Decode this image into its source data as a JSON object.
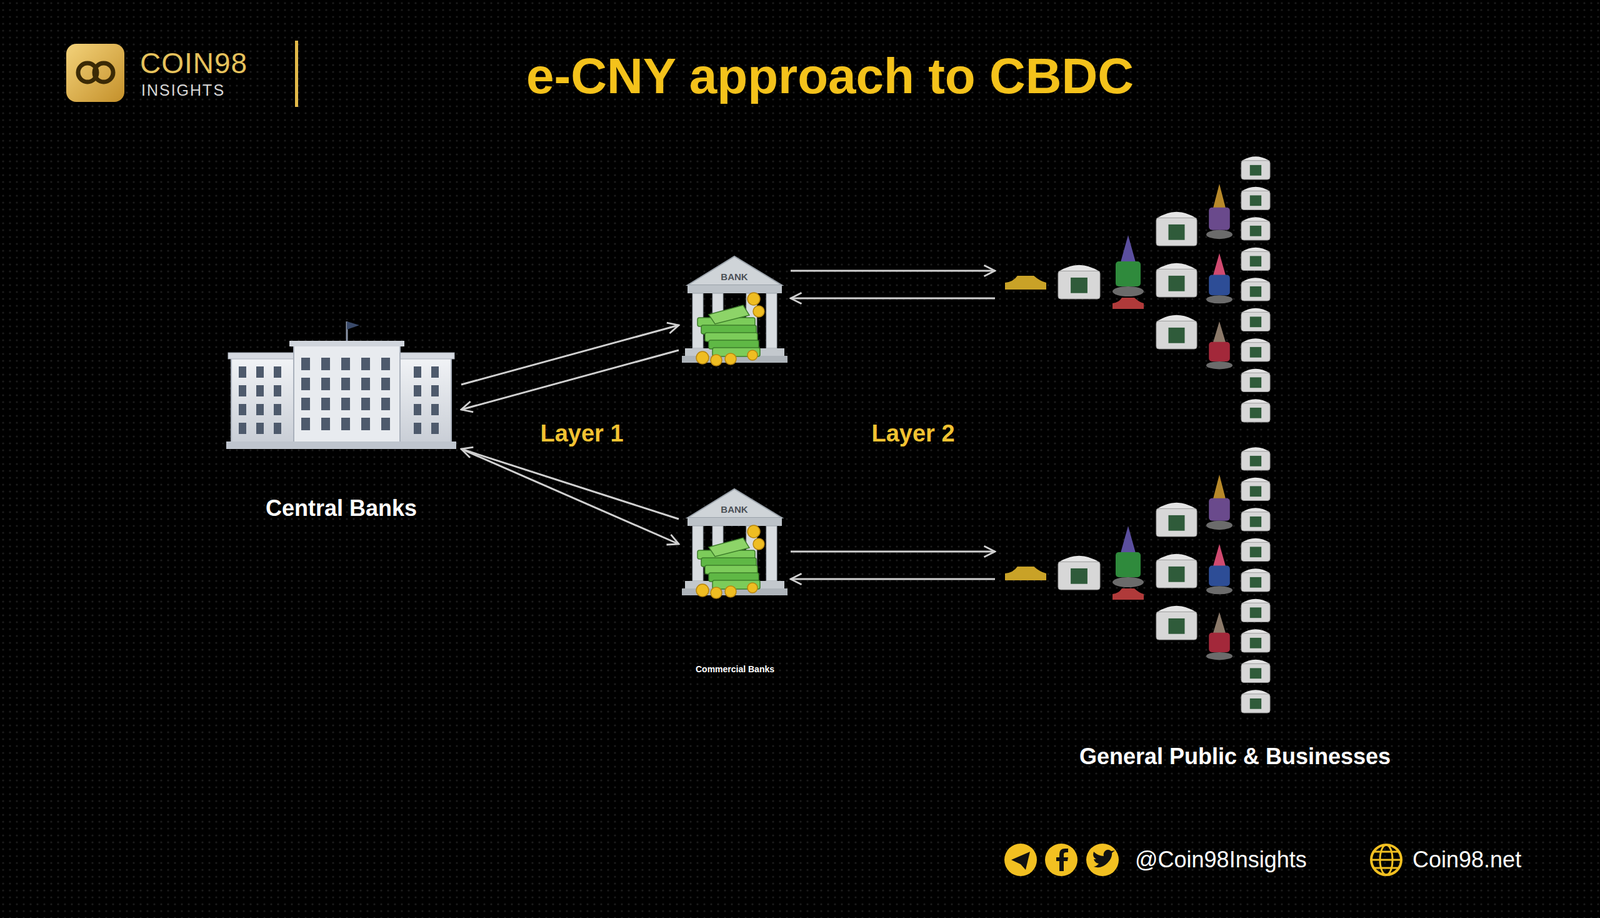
{
  "diagram": {
    "title": "e-CNY approach to CBDC",
    "nodes": [
      {
        "text": [
          "Central Banks"
        ]
      },
      {
        "text": [
          "BANK"
        ]
      },
      {
        "text": [
          "BANK",
          "Commercial Banks"
        ]
      },
      {
        "text": [
          "General Public & Businesses"
        ]
      }
    ],
    "edges": [
      {
        "from": 0,
        "to": 1,
        "arrow": "to"
      },
      {
        "from": 1,
        "to": 0,
        "arrow": "to"
      },
      {
        "from": 2,
        "to": 0,
        "arrow": "to"
      },
      {
        "from": 0,
        "to": 2,
        "arrow": "to"
      },
      {
        "from": 1,
        "to": 3,
        "arrow": "to"
      },
      {
        "from": 3,
        "to": 1,
        "arrow": "to"
      },
      {
        "from": 2,
        "to": 3,
        "arrow": "to"
      },
      {
        "from": 3,
        "to": 2,
        "arrow": "to"
      }
    ],
    "labels": [
      "COIN98",
      "INSIGHTS",
      "Layer 1",
      "Layer 2",
      "@Coin98Insights",
      "Coin98.net"
    ]
  }
}
